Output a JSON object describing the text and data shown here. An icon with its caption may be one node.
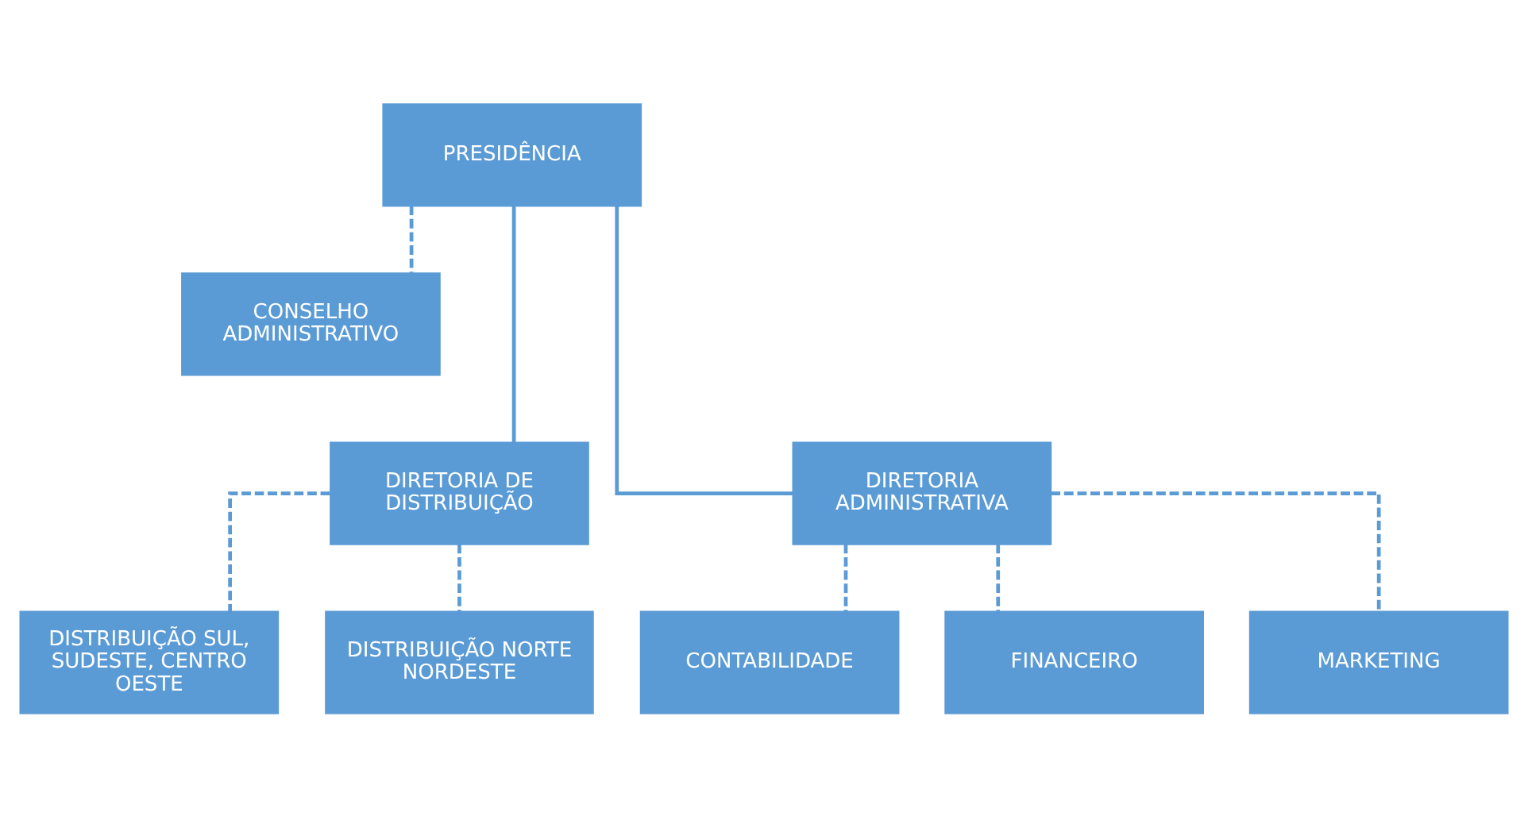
{
  "diagram": {
    "nodes": [
      {
        "text": [
          "PRESIDÊNCIA"
        ]
      },
      {
        "text": [
          "CONSELHO ADMINISTRATIVO"
        ]
      },
      {
        "text": [
          "DIRETORIA DE DISTRIBUIÇÃO"
        ]
      },
      {
        "text": [
          "DIRETORIA ADMINISTRATIVA"
        ]
      },
      {
        "text": [
          "DISTRIBUIÇÃO SUL, SUDESTE, CENTRO OESTE"
        ]
      },
      {
        "text": [
          "DISTRIBUIÇÃO NORTE NORDESTE"
        ]
      },
      {
        "text": [
          "CONTABILIDADE"
        ]
      },
      {
        "text": [
          "FINANCEIRO"
        ]
      },
      {
        "text": [
          "MARKETING"
        ]
      }
    ],
    "edges": [
      {
        "from": 0,
        "to": 1,
        "arrow": "none",
        "style": "dashed"
      },
      {
        "from": 0,
        "to": 2,
        "arrow": "none"
      },
      {
        "from": 0,
        "to": 3,
        "arrow": "none"
      },
      {
        "from": 2,
        "to": 4,
        "arrow": "none",
        "style": "dashed"
      },
      {
        "from": 2,
        "to": 5,
        "arrow": "none",
        "style": "dashed"
      },
      {
        "from": 3,
        "to": 6,
        "arrow": "none",
        "style": "dashed"
      },
      {
        "from": 3,
        "to": 7,
        "arrow": "none",
        "style": "dashed"
      },
      {
        "from": 3,
        "to": 8,
        "arrow": "none",
        "style": "dashed"
      }
    ]
  }
}
